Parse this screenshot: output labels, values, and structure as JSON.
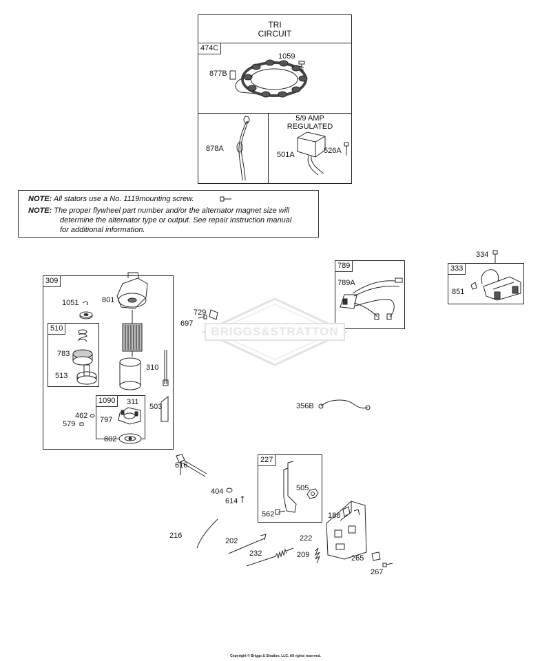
{
  "tri_circuit": {
    "title_line1": "TRI",
    "title_line2": "CIRCUIT",
    "group_tag": "474C",
    "labels": {
      "stator": "877B",
      "screw": "1059",
      "harness": "878A"
    },
    "regulator": {
      "title_line1": "5/9 AMP",
      "title_line2": "REGULATED",
      "labels": {
        "regulator": "501A",
        "screw": "526A"
      }
    }
  },
  "note": {
    "keyword": "NOTE:",
    "line1": "All stators use a No. 1119mounting screw.",
    "line2": "The proper flywheel part number and/or the alternator magnet size will",
    "line3": "determine the alternator type or output. See repair instruction manual",
    "line4": "for additional information."
  },
  "watermark": "BRIGGS&STRATTON",
  "starter": {
    "group_tag": "309",
    "subgroup_drive_tag": "510",
    "subgroup_brush_tag": "1090",
    "labels": {
      "p1051": "1051",
      "p801": "801",
      "p783": "783",
      "p513": "513",
      "p310": "310",
      "p311": "311",
      "p797": "797",
      "p462": "462",
      "p579": "579",
      "p503": "503",
      "p802": "802"
    }
  },
  "harness": {
    "group_tag": "789",
    "labels": {
      "p789a": "789A"
    }
  },
  "ignition": {
    "group_tag": "333",
    "labels": {
      "p334": "334",
      "p851": "851"
    }
  },
  "loose_parts": {
    "p729": "729",
    "p697": "697",
    "p356b": "356B",
    "p616": "616",
    "p404": "404",
    "p614": "614",
    "p216": "216",
    "p202": "202",
    "p232": "232",
    "p222": "222",
    "p209": "209",
    "p188": "188",
    "p265": "265",
    "p267": "267"
  },
  "governor": {
    "group_tag": "227",
    "labels": {
      "p505": "505",
      "p562": "562"
    }
  },
  "copyright": "Copyright © Briggs & Stratton, LLC. All rights reserved."
}
